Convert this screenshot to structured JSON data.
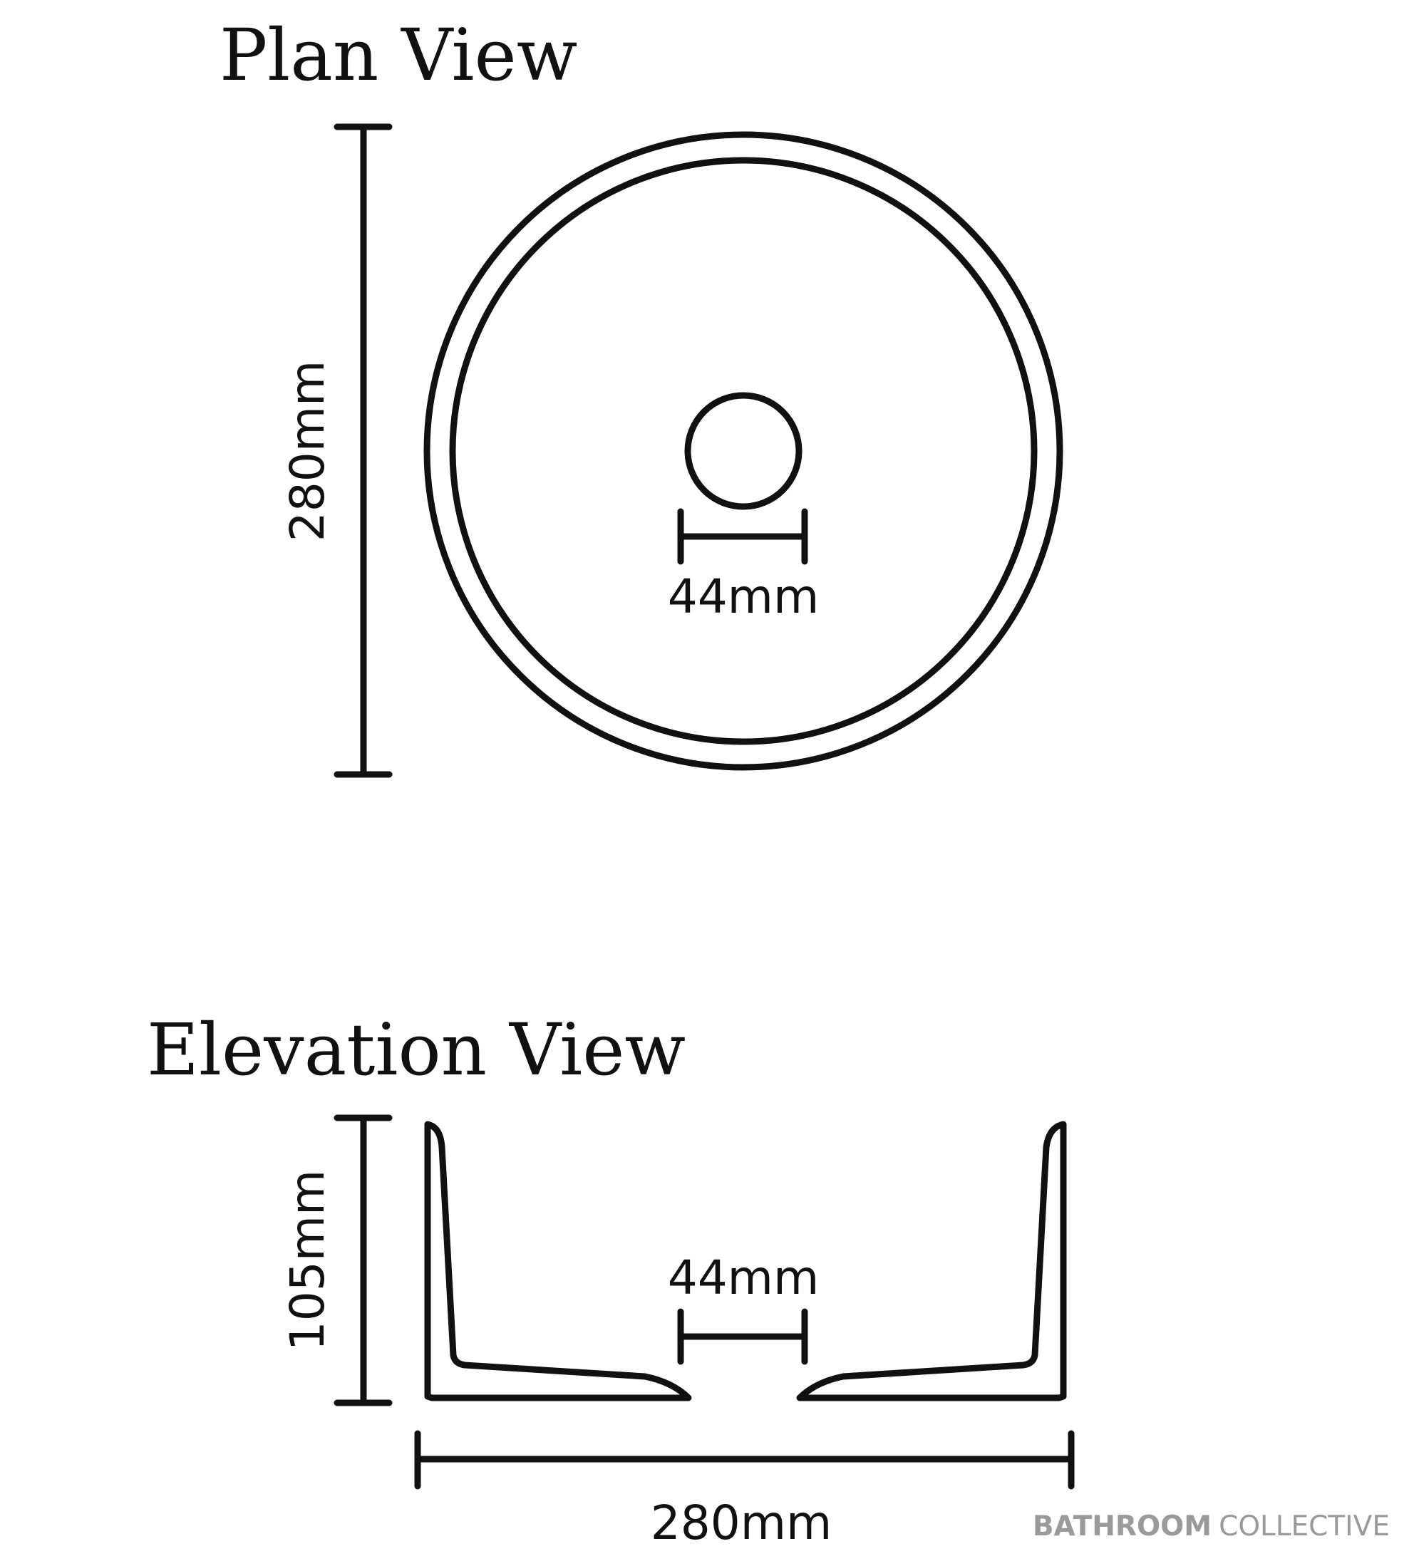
{
  "plan_view": {
    "title": "Plan View",
    "height_label": "280mm",
    "waste_label": "44mm"
  },
  "elevation_view": {
    "title": "Elevation View",
    "height_label": "105mm",
    "waste_label": "44mm",
    "width_label": "280mm"
  },
  "brand": {
    "bold": "BATHROOM",
    "light": "COLLECTIVE"
  },
  "colors": {
    "line": "#111111",
    "brand": "#9a9a9a",
    "background": "#ffffff"
  }
}
